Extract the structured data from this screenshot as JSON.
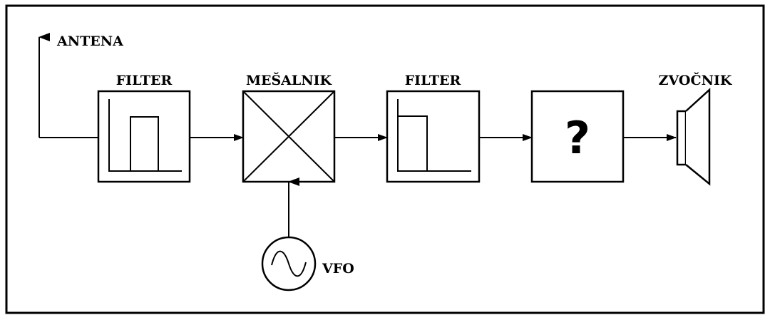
{
  "labels": {
    "antenna": "ANTENA",
    "filter1": "FILTER",
    "mixer": "MEŠALNIK",
    "filter2": "FILTER",
    "speaker": "ZVOČNIK",
    "vfo": "VFO",
    "unknown_block": "?"
  },
  "icons": {
    "filter1": "bandpass-filter-icon",
    "mixer": "mixer-cross-icon",
    "filter2": "lowpass-filter-icon",
    "oscillator": "sine-wave-icon",
    "speaker": "speaker-icon"
  }
}
